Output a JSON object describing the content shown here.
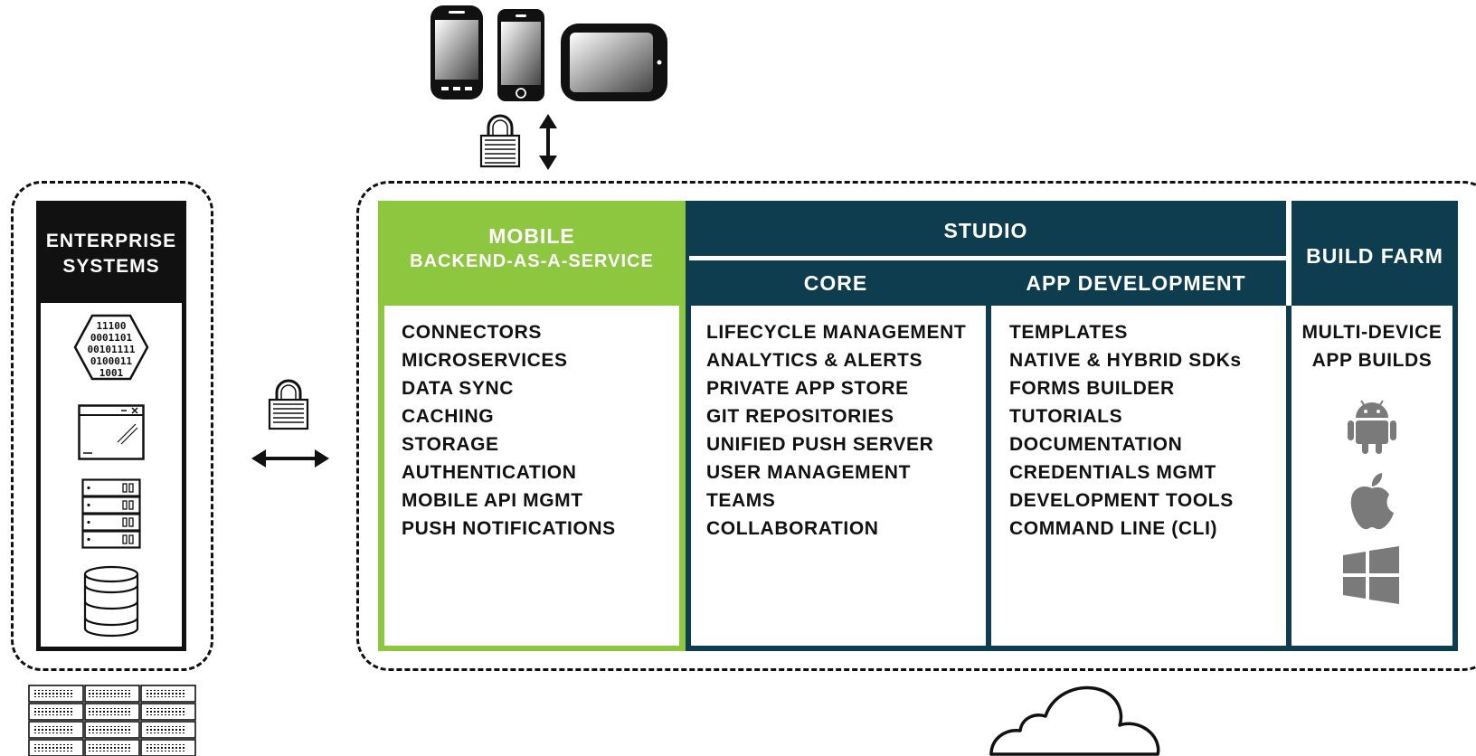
{
  "enterprise": {
    "title_line1": "ENTERPRISE",
    "title_line2": "SYSTEMS",
    "binary_rows": [
      "11100",
      "0001101",
      "00101111",
      "0100011",
      "1001"
    ],
    "icons": [
      "binary-hexagon-icon",
      "application-window-icon",
      "server-rack-icon",
      "database-icon",
      "server-farm-icon"
    ]
  },
  "devices": {
    "icons": [
      "android-phone-icon",
      "iphone-icon",
      "tablet-icon",
      "padlock-icon",
      "vertical-double-arrow-icon"
    ]
  },
  "connection": {
    "icons": [
      "padlock-icon",
      "horizontal-double-arrow-icon"
    ]
  },
  "mbaas": {
    "title_line1": "MOBILE",
    "title_line2": "BACKEND-AS-A-SERVICE",
    "items": [
      "CONNECTORS",
      "MICROSERVICES",
      "DATA SYNC",
      "CACHING",
      "STORAGE",
      "AUTHENTICATION",
      "MOBILE API MGMT",
      "PUSH NOTIFICATIONS"
    ]
  },
  "studio": {
    "title": "STUDIO",
    "core": {
      "title": "CORE",
      "items": [
        "LIFECYCLE MANAGEMENT",
        "ANALYTICS & ALERTS",
        "PRIVATE APP STORE",
        "GIT REPOSITORIES",
        "UNIFIED PUSH SERVER",
        "USER MANAGEMENT",
        "TEAMS",
        "COLLABORATION"
      ]
    },
    "app_dev": {
      "title": "APP DEVELOPMENT",
      "items": [
        "TEMPLATES",
        "NATIVE & HYBRID SDKs",
        "FORMS BUILDER",
        "TUTORIALS",
        "DOCUMENTATION",
        "CREDENTIALS MGMT",
        "DEVELOPMENT TOOLS",
        "COMMAND LINE (CLI)"
      ]
    }
  },
  "build_farm": {
    "title": "BUILD FARM",
    "line1": "MULTI-DEVICE",
    "line2": "APP BUILDS",
    "icons": [
      "android-icon",
      "apple-icon",
      "windows-icon"
    ]
  },
  "cloud": {
    "icon": "cloud-icon"
  },
  "colors": {
    "green": "#8dc63f",
    "navy": "#0d3d4f",
    "black": "#111111",
    "grey": "#7a7a7a"
  }
}
